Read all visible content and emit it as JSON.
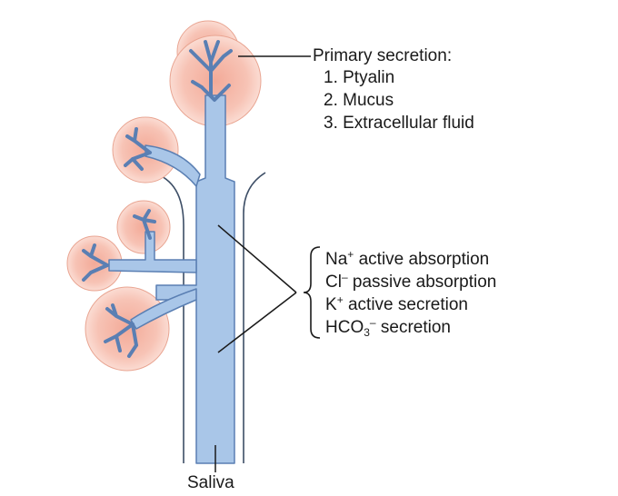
{
  "primary": {
    "heading": "Primary secretion:",
    "items": [
      "1. Ptyalin",
      "2. Mucus",
      "3. Extracellular fluid"
    ]
  },
  "duct": {
    "na": {
      "ion": "Na",
      "charge": "+",
      "text": "active absorption"
    },
    "cl": {
      "ion": "Cl",
      "charge": "–",
      "text": "passive absorption"
    },
    "k": {
      "ion": "K",
      "charge": "+",
      "text": "active secretion"
    },
    "hco3": {
      "ion": "HCO",
      "sub": "3",
      "charge": "–",
      "text": "secretion"
    }
  },
  "output": {
    "label": "Saliva"
  },
  "colors": {
    "duct": "#a9c6e8",
    "duct_outline": "#5a7fb3",
    "acinus": "#f7c8bb",
    "acinus_core": "#f3b4a3"
  }
}
